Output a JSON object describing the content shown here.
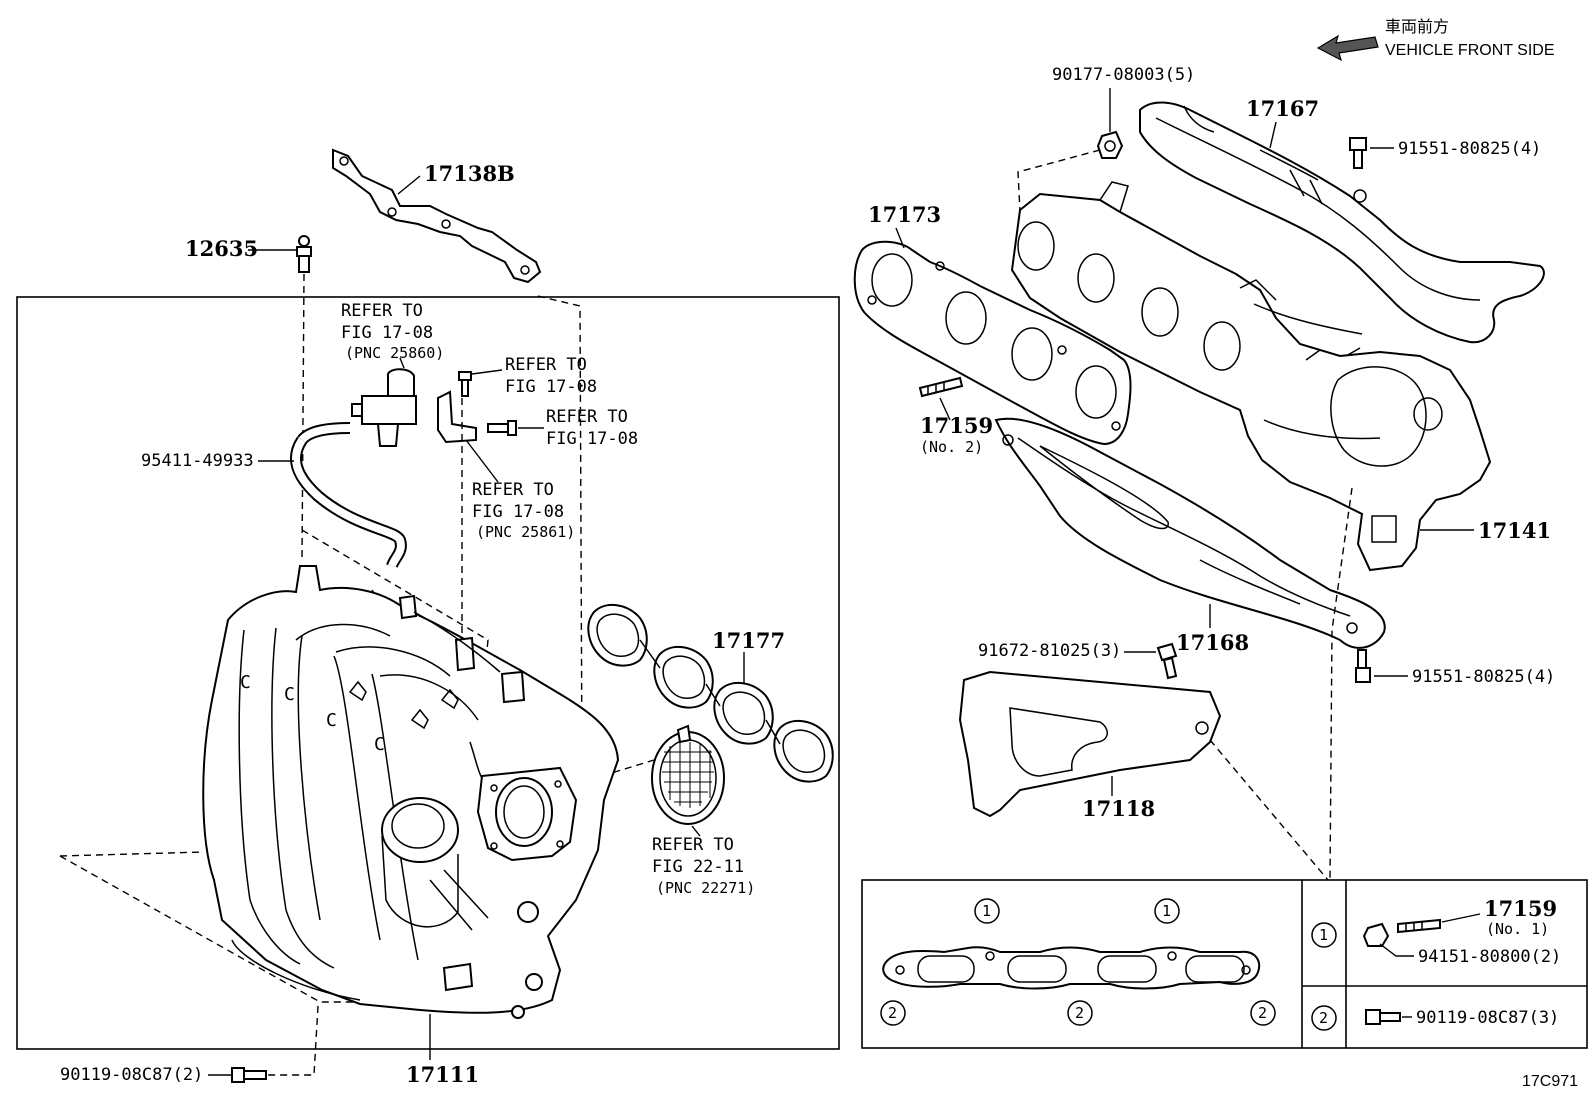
{
  "header": {
    "direction_jp": "車両前方",
    "direction_en": "VEHICLE FRONT SIDE"
  },
  "figure_code": "17C971",
  "parts": {
    "p17138B": "17138B",
    "p12635": "12635",
    "p95411": "95411-49933",
    "p17177": "17177",
    "p17111": "17111",
    "p90119_2": "90119-08C87(2)",
    "p90177": "90177-08003(5)",
    "p17167": "17167",
    "p91551_top": "91551-80825(4)",
    "p17173": "17173",
    "p17159": "17159",
    "p17159_no2": "(No. 2)",
    "p17141": "17141",
    "p91672": "91672-81025(3)",
    "p17168": "17168",
    "p91551_bot": "91551-80825(4)",
    "p17118": "17118"
  },
  "refs": {
    "ref1": [
      "REFER TO",
      "FIG 17-08",
      "(PNC 25860)"
    ],
    "ref2": [
      "REFER TO",
      "FIG 17-08"
    ],
    "ref3": [
      "REFER TO",
      "FIG 17-08"
    ],
    "ref4": [
      "REFER TO",
      "FIG 17-08",
      "(PNC 25861)"
    ],
    "ref5": [
      "REFER TO",
      "FIG 22-11",
      "(PNC 22271)"
    ]
  },
  "legend": {
    "marker1": "1",
    "marker2": "2",
    "row1_part": "17159",
    "row1_note": "(No. 1)",
    "row1_nut": "94151-80800(2)",
    "row2_bolt": "90119-08C87(3)"
  }
}
